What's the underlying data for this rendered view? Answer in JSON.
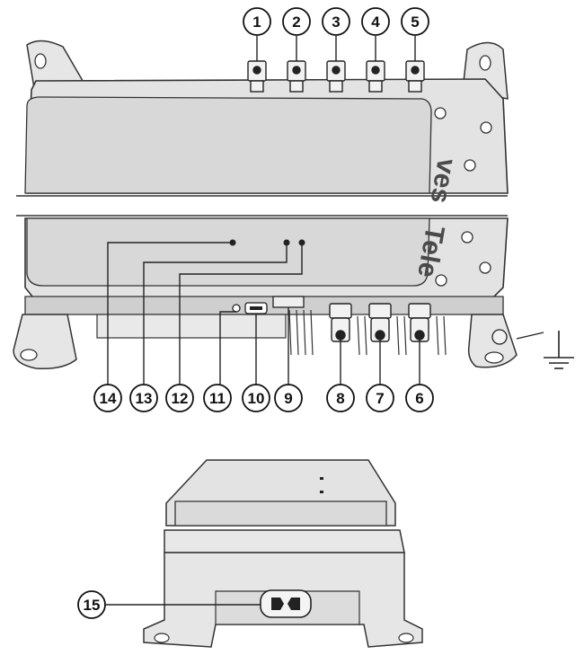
{
  "brand": {
    "top_fragment": "ves",
    "bottom_fragment": "Tele"
  },
  "callouts": [
    "1",
    "2",
    "3",
    "4",
    "5",
    "6",
    "7",
    "8",
    "9",
    "10",
    "11",
    "12",
    "13",
    "14",
    "15"
  ],
  "icons": {
    "ground": "ground-symbol-icon",
    "power_inlet": "power-inlet-icon",
    "connector": "f-connector-icon"
  }
}
